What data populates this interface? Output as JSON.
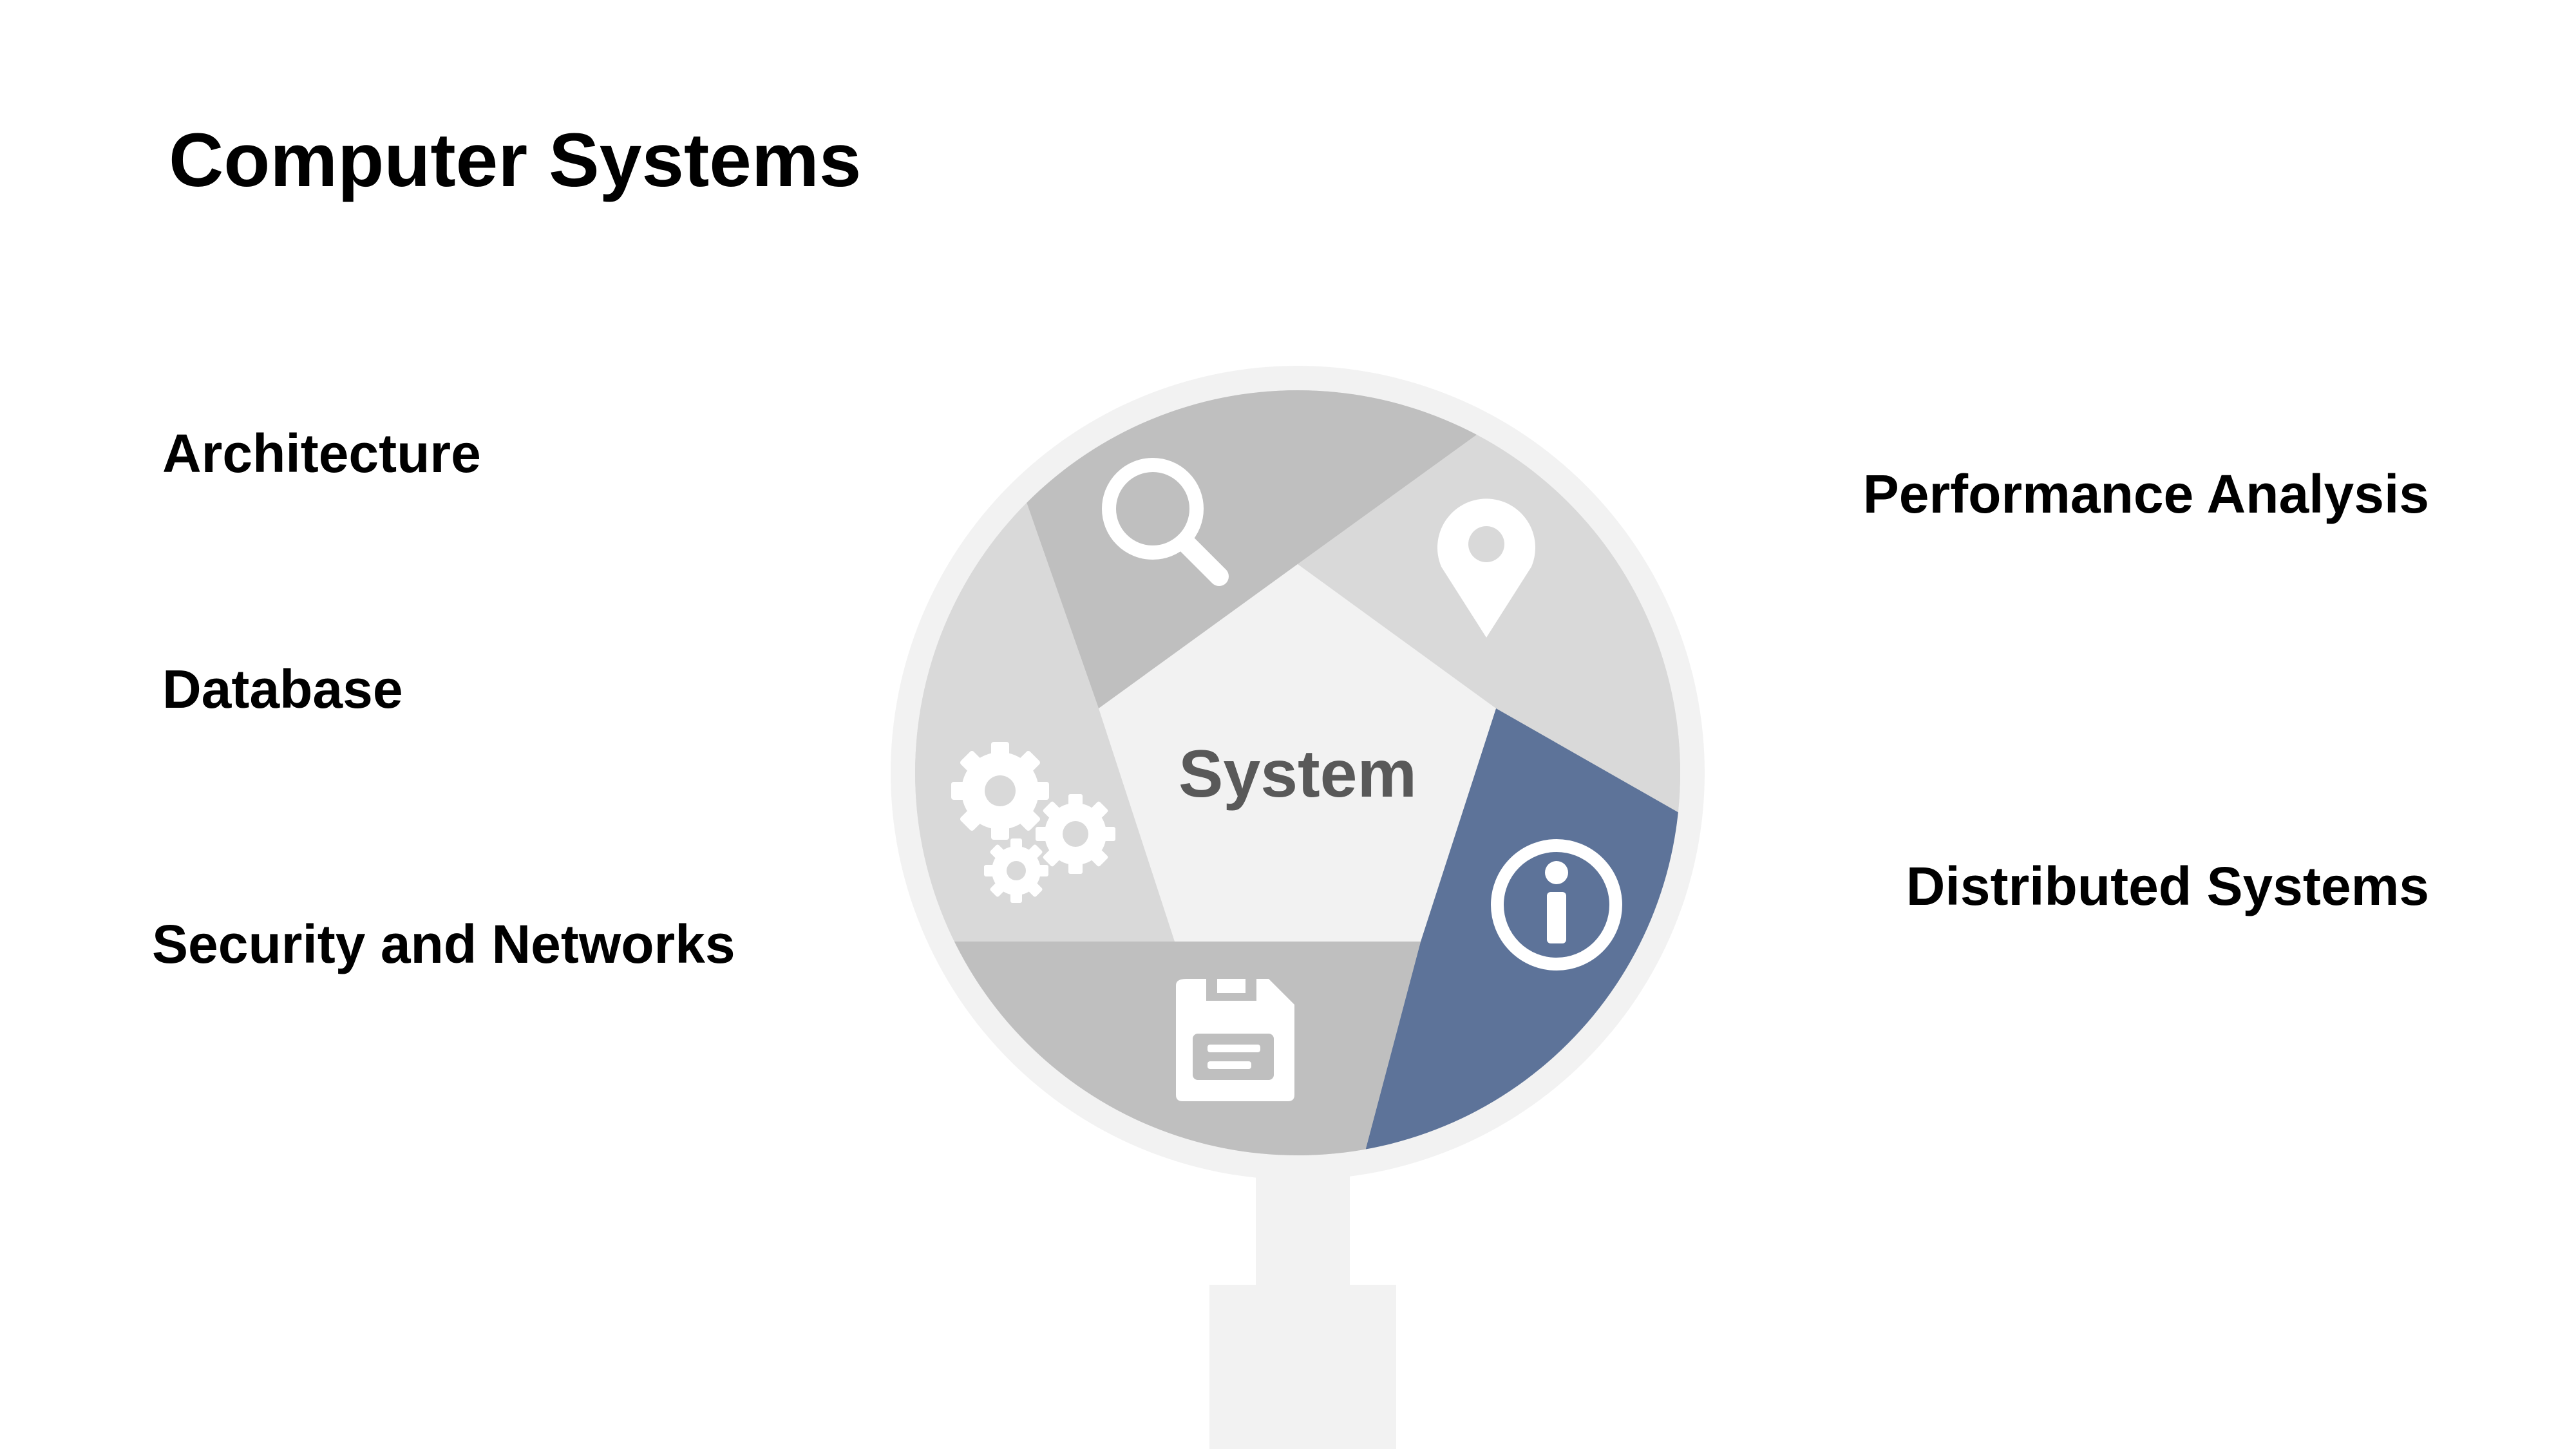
{
  "title": "Computer Systems",
  "center_label": "System",
  "topics": {
    "architecture": "Architecture",
    "database": "Database",
    "security": "Security and Networks",
    "performance": "Performance Analysis",
    "distributed": "Distributed Systems"
  },
  "segments": [
    {
      "name": "search",
      "icon": "search-icon",
      "color": "#bfbfbf"
    },
    {
      "name": "location",
      "icon": "location-pin-icon",
      "color": "#d9d9d9"
    },
    {
      "name": "info",
      "icon": "info-icon",
      "color": "#5d7399"
    },
    {
      "name": "save",
      "icon": "floppy-disk-icon",
      "color": "#bfbfbf"
    },
    {
      "name": "settings",
      "icon": "gears-icon",
      "color": "#d9d9d9"
    }
  ],
  "colors": {
    "accent": "#5d7399",
    "light_gray": "#d9d9d9",
    "mid_gray": "#bfbfbf",
    "pale": "#f2f2f2",
    "center_text": "#595959"
  }
}
